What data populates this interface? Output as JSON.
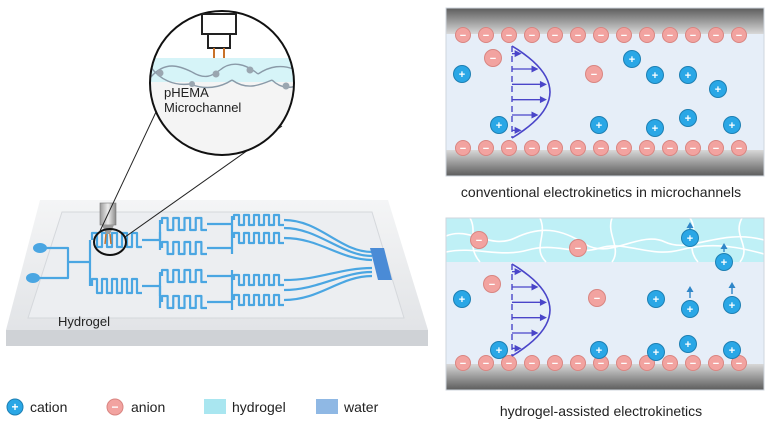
{
  "left": {
    "zoom_label_line1": "pHEMA",
    "zoom_label_line2": "Microchannel",
    "chip_label": "Hydrogel"
  },
  "legend": {
    "cation": "cation",
    "anion": "anion",
    "hydrogel": "hydrogel",
    "water": "water"
  },
  "symbols": {
    "plus": "+",
    "minus": "−"
  },
  "panels": {
    "top_caption": "conventional electrokinetics in microchannels",
    "bottom_caption": "hydrogel-assisted electrokinetics"
  },
  "colors": {
    "cation": "#2aa7e6",
    "anion": "#f2a3a0",
    "hydrogel": "#bff0f6",
    "water": "#8fb8e4",
    "channel_fill": "#e7eff8",
    "wall_dark": "#6e6e6e",
    "flow_arrow": "#4a45c9",
    "chip_line": "#4aa6e2",
    "chip_fill": "#f1f2f4"
  }
}
